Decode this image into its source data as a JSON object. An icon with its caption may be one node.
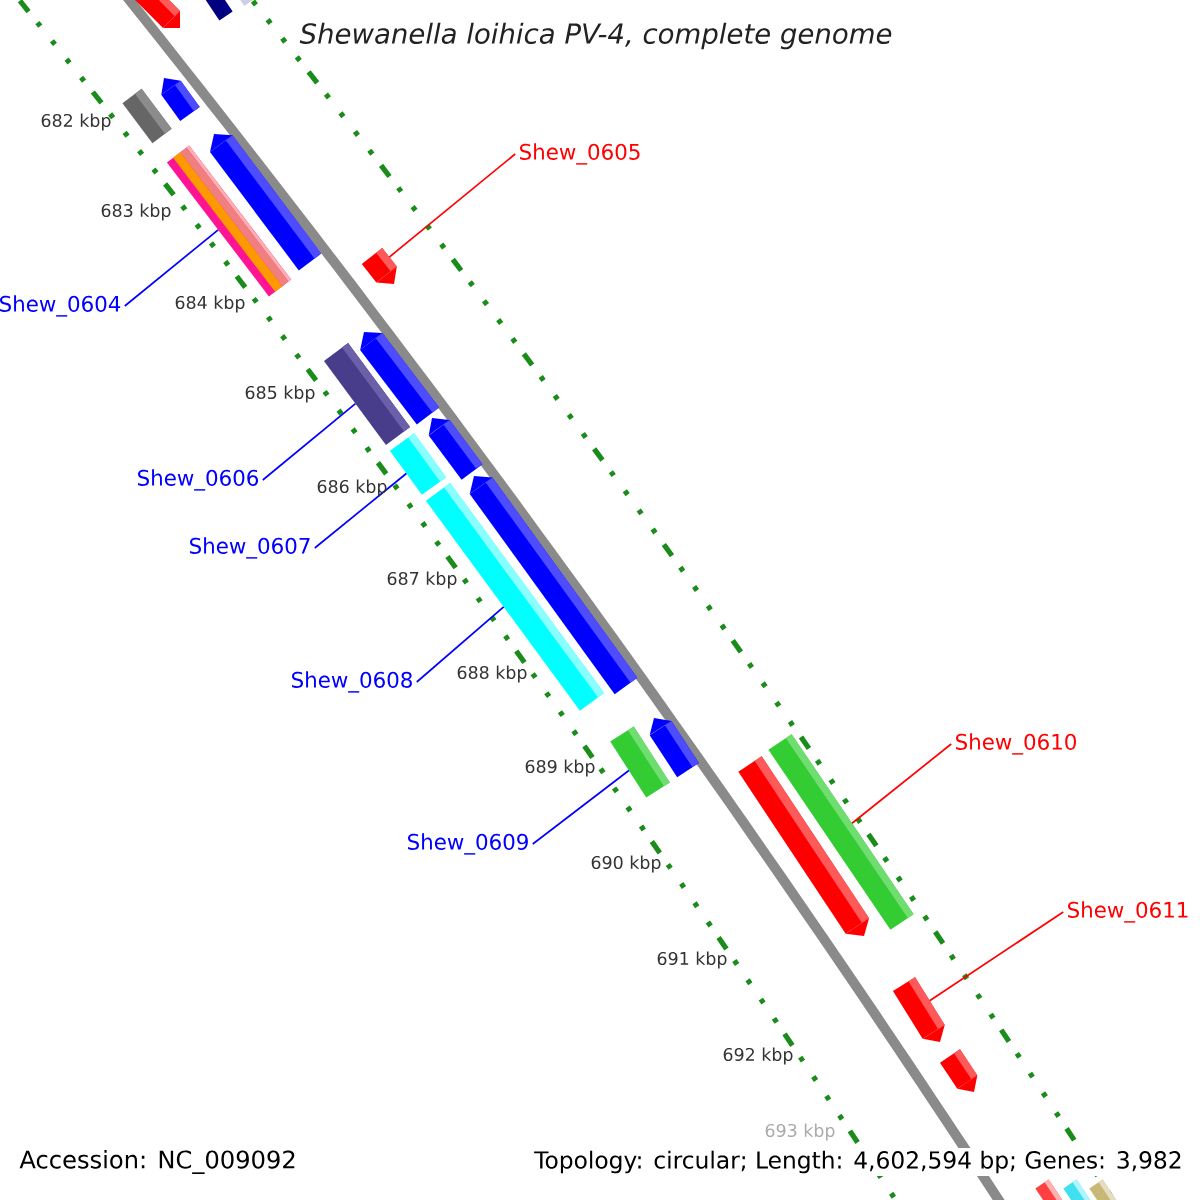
{
  "diagram": {
    "title": "Shewanella loihica PV-4, complete genome",
    "nodes": [
      {
        "text": [
          "Shew_0605"
        ]
      },
      {
        "text": [
          "Shew_0604"
        ]
      },
      {
        "text": [
          "Shew_0606"
        ]
      },
      {
        "text": [
          "Shew_0607"
        ]
      },
      {
        "text": [
          "Shew_0608"
        ]
      },
      {
        "text": [
          "Shew_0610"
        ]
      },
      {
        "text": [
          "Shew_0609"
        ]
      },
      {
        "text": [
          "Shew_0611"
        ]
      },
      {
        "text": [],
        "shape": "bar"
      },
      {
        "text": [],
        "shape": "bar"
      },
      {
        "text": [],
        "shape": "arrow"
      },
      {
        "text": [],
        "shape": "arrow"
      },
      {
        "text": [],
        "shape": "bar"
      },
      {
        "text": [],
        "shape": "arrow"
      },
      {
        "text": [],
        "shape": "bar"
      },
      {
        "text": [],
        "shape": "arrow"
      },
      {
        "text": [],
        "shape": "arrow"
      },
      {
        "text": [],
        "shape": "bar"
      },
      {
        "text": [],
        "shape": "arrow"
      },
      {
        "text": [],
        "shape": "bar"
      },
      {
        "text": [],
        "shape": "arrow"
      },
      {
        "text": [],
        "shape": "bar"
      },
      {
        "text": [],
        "shape": "arrow"
      },
      {
        "text": [],
        "shape": "bar"
      },
      {
        "text": [],
        "shape": "bar"
      },
      {
        "text": [],
        "shape": "arrow"
      },
      {
        "text": [],
        "shape": "arrow"
      },
      {
        "text": [],
        "shape": "arrow"
      },
      {
        "text": [],
        "shape": "bar"
      },
      {
        "text": [],
        "shape": "bar"
      },
      {
        "text": [],
        "shape": "bar"
      }
    ],
    "edges": [
      {
        "from": 0,
        "to": 15,
        "arrow": "none",
        "color": "#ff0000"
      },
      {
        "from": 1,
        "to": 14,
        "arrow": "none"
      },
      {
        "from": 2,
        "to": 17,
        "arrow": "none"
      },
      {
        "from": 3,
        "to": 19,
        "arrow": "none"
      },
      {
        "from": 4,
        "to": 21,
        "arrow": "none"
      },
      {
        "from": 5,
        "to": 24,
        "arrow": "none",
        "color": "#ff0000"
      },
      {
        "from": 6,
        "to": 23,
        "arrow": "none"
      },
      {
        "from": 7,
        "to": 26,
        "arrow": "none",
        "color": "#ff0000"
      }
    ],
    "labels": [
      "682 kbp",
      "683 kbp",
      "684 kbp",
      "685 kbp",
      "686 kbp",
      "687 kbp",
      "688 kbp",
      "689 kbp",
      "690 kbp",
      "691 kbp",
      "692 kbp",
      "693 kbp",
      "Accession: NC_009092",
      "Topology: circular; Length: 4,602,594 bp; Genes: 3,982"
    ]
  }
}
